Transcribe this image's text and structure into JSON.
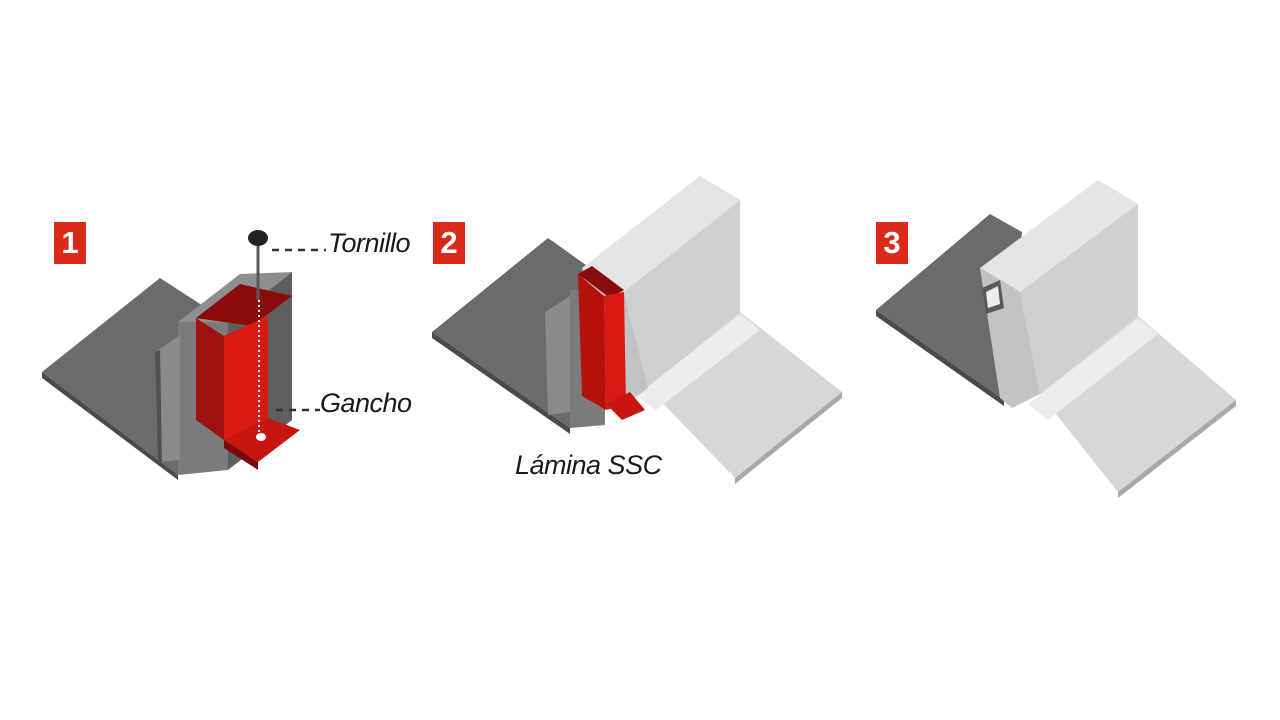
{
  "colors": {
    "badge": "#d92a1c",
    "hook_red": "#d91a14",
    "hook_dark": "#8a0c0a",
    "dark_steel": "#6e6e70",
    "light_panel": "#d3d4d6"
  },
  "steps": [
    {
      "number": "1"
    },
    {
      "number": "2"
    },
    {
      "number": "3"
    }
  ],
  "labels": {
    "screw": "Tornillo",
    "hook": "Gancho",
    "sheet": "Lámina SSC"
  }
}
